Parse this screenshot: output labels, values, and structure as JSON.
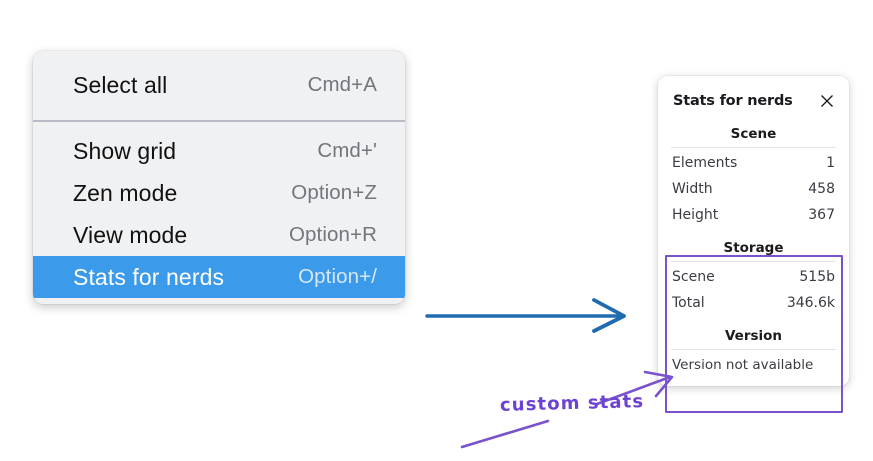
{
  "colors": {
    "menu_background": "#f0f1f3",
    "menu_highlight": "#3b9ae9",
    "menu_separator": "#b7bcc6",
    "shortcut_text": "#72767d",
    "panel_background": "#ffffff",
    "annotation_purple": "#6b42d4",
    "highlight_box_purple": "#7a52cc",
    "annotation_blue": "#1f6bb0"
  },
  "context_menu": {
    "name": "context-menu",
    "groups": [
      {
        "items": [
          {
            "label": "Select all",
            "shortcut": "Cmd+A",
            "highlighted": false
          }
        ]
      },
      {
        "items": [
          {
            "label": "Show grid",
            "shortcut": "Cmd+'",
            "highlighted": false
          },
          {
            "label": "Zen mode",
            "shortcut": "Option+Z",
            "highlighted": false
          },
          {
            "label": "View mode",
            "shortcut": "Option+R",
            "highlighted": false
          },
          {
            "label": "Stats for nerds",
            "shortcut": "Option+/",
            "highlighted": true
          }
        ]
      }
    ]
  },
  "stats_panel": {
    "title": "Stats for nerds",
    "close_icon": "close-icon",
    "sections": [
      {
        "title": "Scene",
        "rows": [
          {
            "key": "Elements",
            "value": "1"
          },
          {
            "key": "Width",
            "value": "458"
          },
          {
            "key": "Height",
            "value": "367"
          }
        ]
      },
      {
        "title": "Storage",
        "rows": [
          {
            "key": "Scene",
            "value": "515b"
          },
          {
            "key": "Total",
            "value": "346.6k"
          }
        ]
      },
      {
        "title": "Version",
        "note": "Version not available"
      }
    ]
  },
  "annotations": {
    "handwritten_label": "custom stats",
    "blue_arrow": "points from context menu to stats panel",
    "purple_arrow": "points from custom stats label to highlighted storage section"
  }
}
